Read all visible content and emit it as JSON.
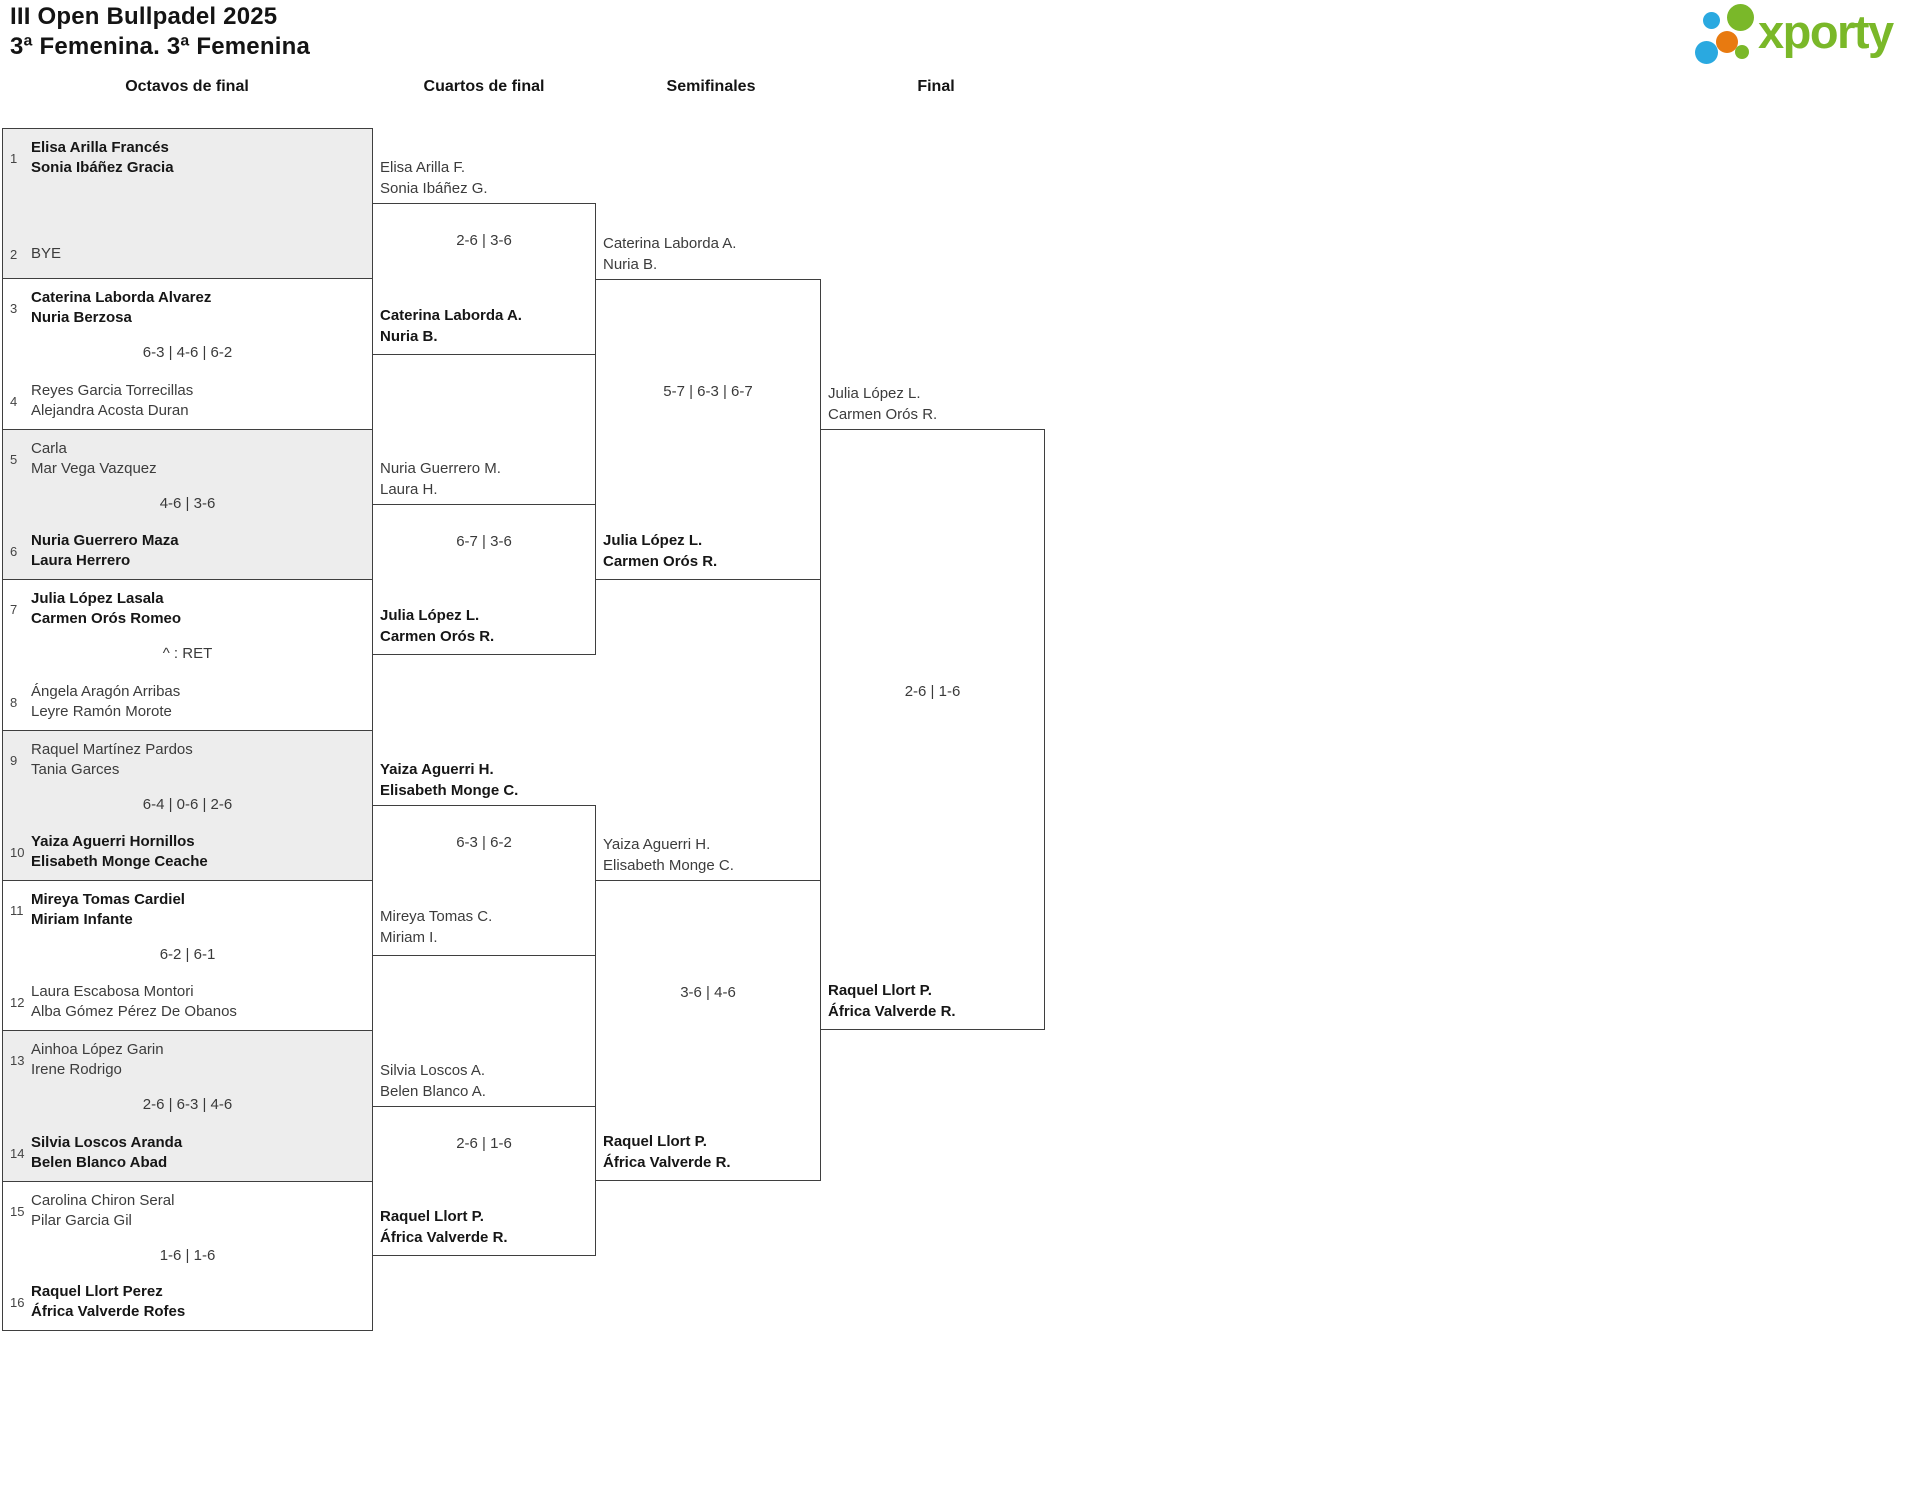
{
  "header": {
    "title_line1": "III Open Bullpadel 2025",
    "title_line2": "3ª Femenina. 3ª Femenina"
  },
  "logo": {
    "text": "xporty",
    "green": "#7ab829",
    "blue": "#2aa9e0",
    "orange": "#e87a10"
  },
  "rounds": [
    "Octavos de final",
    "Cuartos de final",
    "Semifinales",
    "Final"
  ],
  "bracket": {
    "r16": [
      {
        "seed_a": "1",
        "a1": "Elisa Arilla Francés",
        "a2": "Sonia Ibáñez Gracia",
        "a_win": true,
        "score": "",
        "seed_b": "2",
        "b1": "BYE",
        "b2": "",
        "b_win": false
      },
      {
        "seed_a": "3",
        "a1": "Caterina Laborda Alvarez",
        "a2": "Nuria Berzosa",
        "a_win": true,
        "score": "6-3 | 4-6 | 6-2",
        "seed_b": "4",
        "b1": "Reyes Garcia Torrecillas",
        "b2": "Alejandra Acosta Duran",
        "b_win": false
      },
      {
        "seed_a": "5",
        "a1": "Carla",
        "a2": "Mar Vega Vazquez",
        "a_win": false,
        "score": "4-6 | 3-6",
        "seed_b": "6",
        "b1": "Nuria Guerrero Maza",
        "b2": "Laura Herrero",
        "b_win": true
      },
      {
        "seed_a": "7",
        "a1": "Julia López Lasala",
        "a2": "Carmen Orós Romeo",
        "a_win": true,
        "score": "^ : RET",
        "seed_b": "8",
        "b1": "Ángela Aragón Arribas",
        "b2": "Leyre Ramón Morote",
        "b_win": false
      },
      {
        "seed_a": "9",
        "a1": "Raquel Martínez Pardos",
        "a2": "Tania Garces",
        "a_win": false,
        "score": "6-4 | 0-6 | 2-6",
        "seed_b": "10",
        "b1": "Yaiza Aguerri Hornillos",
        "b2": "Elisabeth Monge Ceache",
        "b_win": true
      },
      {
        "seed_a": "11",
        "a1": "Mireya Tomas Cardiel",
        "a2": "Miriam Infante",
        "a_win": true,
        "score": "6-2 | 6-1",
        "seed_b": "12",
        "b1": "Laura Escabosa Montori",
        "b2": "Alba Gómez Pérez De Obanos",
        "b_win": false
      },
      {
        "seed_a": "13",
        "a1": "Ainhoa López Garin",
        "a2": "Irene Rodrigo",
        "a_win": false,
        "score": "2-6 | 6-3 | 4-6",
        "seed_b": "14",
        "b1": "Silvia Loscos Aranda",
        "b2": "Belen Blanco Abad",
        "b_win": true
      },
      {
        "seed_a": "15",
        "a1": "Carolina Chiron Seral",
        "a2": "Pilar Garcia Gil",
        "a_win": false,
        "score": "1-6 | 1-6",
        "seed_b": "16",
        "b1": "Raquel Llort Perez",
        "b2": "África Valverde Rofes",
        "b_win": true
      }
    ],
    "qf": [
      {
        "a1": "Elisa Arilla F.",
        "a2": "Sonia Ibáñez G.",
        "a_win": false,
        "score": "2-6 | 3-6",
        "b1": "Caterina Laborda A.",
        "b2": "Nuria B.",
        "b_win": true
      },
      {
        "a1": "Nuria Guerrero M.",
        "a2": "Laura H.",
        "a_win": false,
        "score": "6-7 | 3-6",
        "b1": "Julia López L.",
        "b2": "Carmen Orós R.",
        "b_win": true
      },
      {
        "a1": "Yaiza Aguerri H.",
        "a2": "Elisabeth Monge C.",
        "a_win": true,
        "score": "6-3 | 6-2",
        "b1": "Mireya Tomas C.",
        "b2": "Miriam I.",
        "b_win": false
      },
      {
        "a1": "Silvia Loscos A.",
        "a2": "Belen Blanco A.",
        "a_win": false,
        "score": "2-6 | 1-6",
        "b1": "Raquel Llort P.",
        "b2": "África Valverde R.",
        "b_win": true
      }
    ],
    "sf": [
      {
        "a1": "Caterina Laborda A.",
        "a2": "Nuria B.",
        "a_win": false,
        "score": "5-7 | 6-3 | 6-7",
        "b1": "Julia López L.",
        "b2": "Carmen Orós R.",
        "b_win": true
      },
      {
        "a1": "Yaiza Aguerri H.",
        "a2": "Elisabeth Monge C.",
        "a_win": false,
        "score": "3-6 | 4-6",
        "b1": "Raquel Llort P.",
        "b2": "África Valverde R.",
        "b_win": true
      }
    ],
    "final": {
      "a1": "Julia López L.",
      "a2": "Carmen Orós R.",
      "a_win": false,
      "score": "2-6 | 1-6",
      "b1": "Raquel Llort P.",
      "b2": "África Valverde R.",
      "b_win": true
    }
  }
}
